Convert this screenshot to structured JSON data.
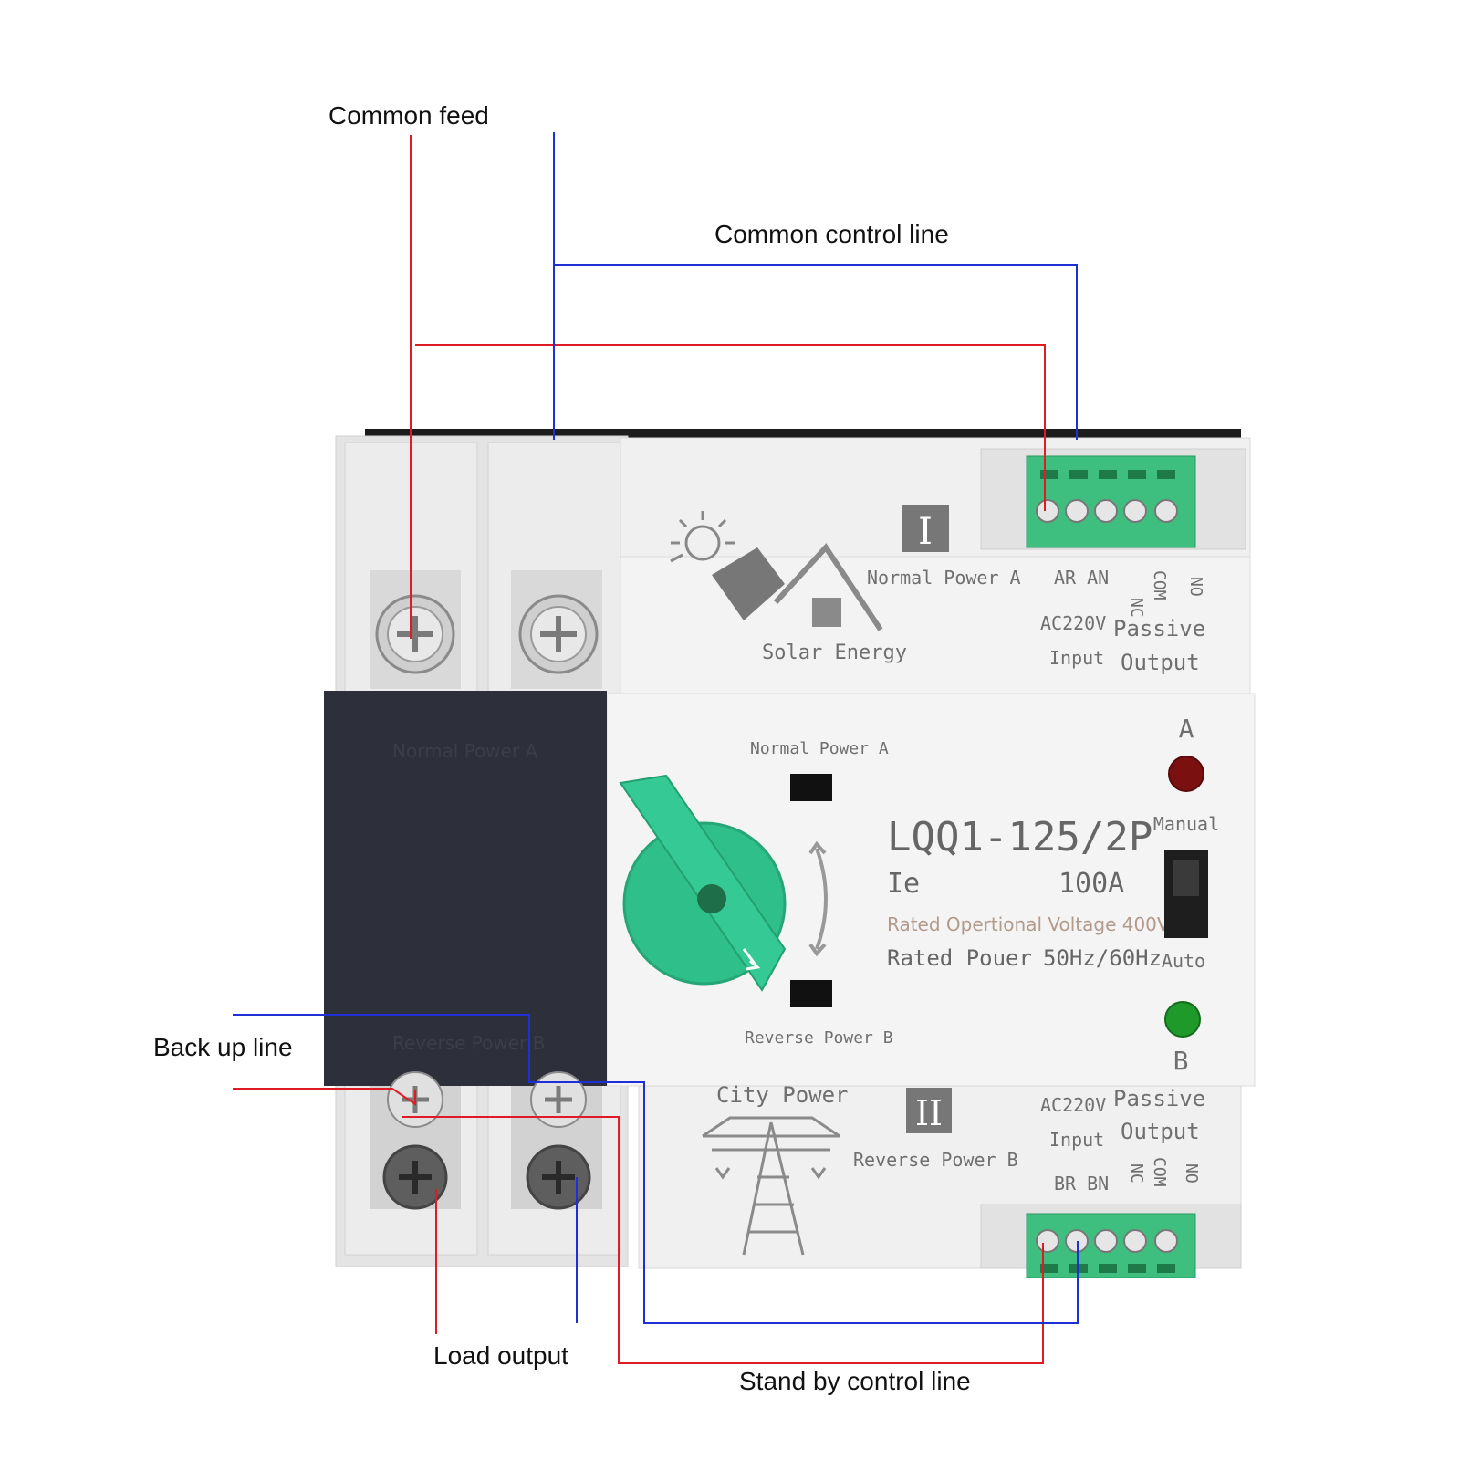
{
  "callouts": {
    "common_feed": "Common feed",
    "common_control_line": "Common control line",
    "back_up_line": "Back up line",
    "load_output": "Load output",
    "stand_by_control_line": "Stand by control line"
  },
  "device": {
    "top_module": {
      "roman": "I",
      "power_label": "Normal Power A",
      "brand": "Solar Energy",
      "terminals_input": "AR AN",
      "voltage": "AC220V",
      "input_label": "Input",
      "nc": "NC",
      "com": "COM",
      "no": "NO",
      "passive": "Passive",
      "output": "Output"
    },
    "center": {
      "normal_power_a": "Normal Power A",
      "reverse_power_b": "Reverse Power B",
      "model": "LQQ1-125/2P",
      "ie_label": "Ie",
      "ie_value": "100A",
      "voltage_line": "Rated Opertional Voltage 400V",
      "rated_label": "Rated Pouer",
      "frequency": "50Hz/60Hz",
      "indicator_a": "A",
      "indicator_b": "B",
      "manual": "Manual",
      "auto": "Auto"
    },
    "bottom_module": {
      "brand": "City Power",
      "roman": "II",
      "power_label": "Reverse Power B",
      "voltage": "AC220V",
      "input_label": "Input",
      "terminals_input": "BR BN",
      "nc": "NC",
      "com": "COM",
      "no": "NO",
      "passive": "Passive",
      "output": "Output"
    }
  },
  "colors": {
    "red_wire": "#e01b24",
    "blue_wire": "#1f2fd6",
    "terminal_green": "#3fbf7f",
    "knob_green": "#2fbf8a",
    "led_red": "#7a1010",
    "led_green": "#1f9a2a",
    "panel_dark": "#2d2f3a"
  }
}
